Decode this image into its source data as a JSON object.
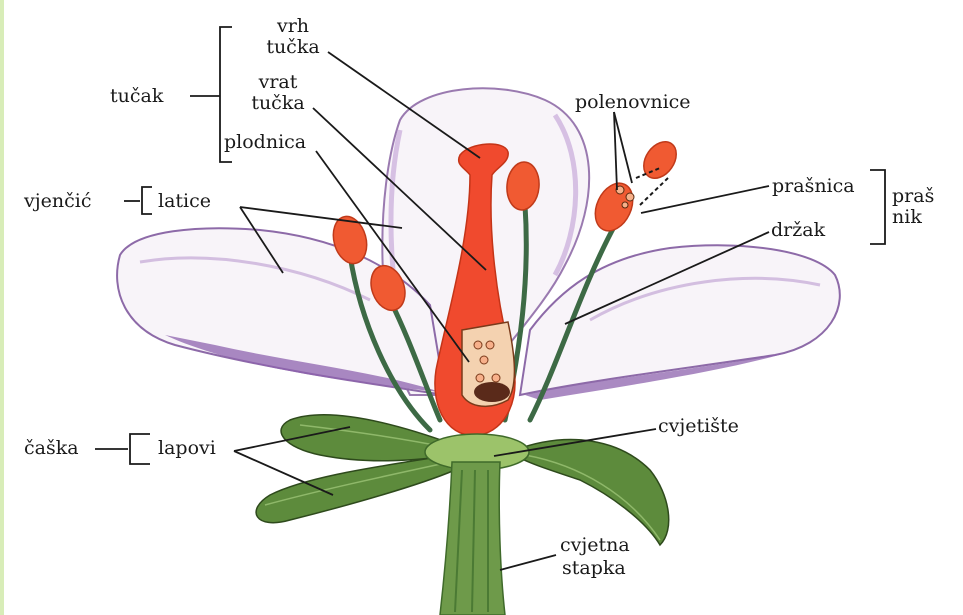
{
  "labels": {
    "tucak": "tučak",
    "vrh_tucka_1": "vrh",
    "vrh_tucka_2": "tučka",
    "vrat_tucka_1": "vrat",
    "vrat_tucka_2": "tučka",
    "plodnica": "plodnica",
    "vjencic": "vjenčić",
    "latice": "latice",
    "polenovnice": "polenovnice",
    "prasnica": "prašnica",
    "prasnik_1": "praš",
    "prasnik_2": "nik",
    "drzak": "držak",
    "caska": "čaška",
    "lapovi": "lapovi",
    "cvjetiste": "cvjetište",
    "cvjetna_stapka_1": "cvjetna",
    "cvjetna_stapka_2": "stapka"
  },
  "colors": {
    "petal_fill": "#f7f3f8",
    "petal_edge": "#8d6aa8",
    "pistil": "#f04a2e",
    "anther": "#f05a32",
    "filament": "#3d6a45",
    "sepal": "#5d8b3c",
    "receptacle": "#9cc36a",
    "line": "#1a1a1a",
    "accent_left_border": "#cfe9a6"
  }
}
